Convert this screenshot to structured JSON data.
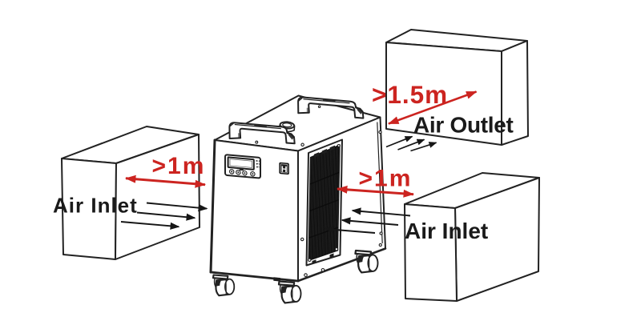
{
  "diagram": {
    "type": "installation-clearance-diagram",
    "colors": {
      "ink": "#222222",
      "red": "#cc2420",
      "background": "#ffffff"
    },
    "labels": {
      "air_inlet_left": "Air Inlet",
      "air_inlet_right": "Air Inlet",
      "air_outlet": "Air Outlet",
      "clearance_left": ">1m",
      "clearance_right": ">1m",
      "clearance_outlet": ">1.5m",
      "logo_letter": "H"
    },
    "clearances": [
      {
        "side": "left",
        "label": ">1m"
      },
      {
        "side": "outlet-top-right",
        "label": ">1.5m"
      },
      {
        "side": "right",
        "label": ">1m"
      }
    ]
  }
}
